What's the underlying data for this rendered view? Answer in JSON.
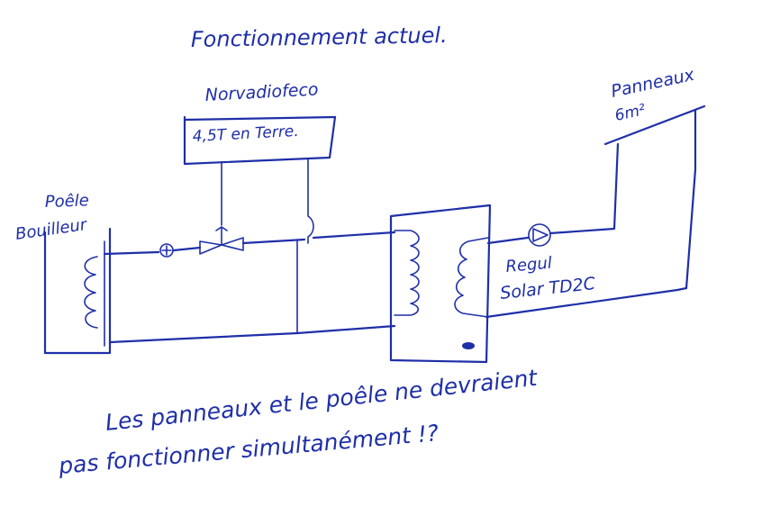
{
  "title": "Fonctionnement actuel.",
  "components": {
    "stove": {
      "line1": "Poêle",
      "line2": "Bouilleur"
    },
    "radiator": {
      "line1": "Norvadiofeco",
      "line2": "4,5T en Terre."
    },
    "panels": {
      "line1": "Panneaux",
      "line2": "6m²"
    },
    "regulator": {
      "line1": "Regul",
      "line2": "Solar TD2C"
    }
  },
  "question": {
    "line1": "Les panneaux et le poêle ne devraient",
    "line2": "pas fonctionner simultanément !?"
  },
  "colors": {
    "ink": "#1f2fa8",
    "paper": "#ffffff"
  }
}
